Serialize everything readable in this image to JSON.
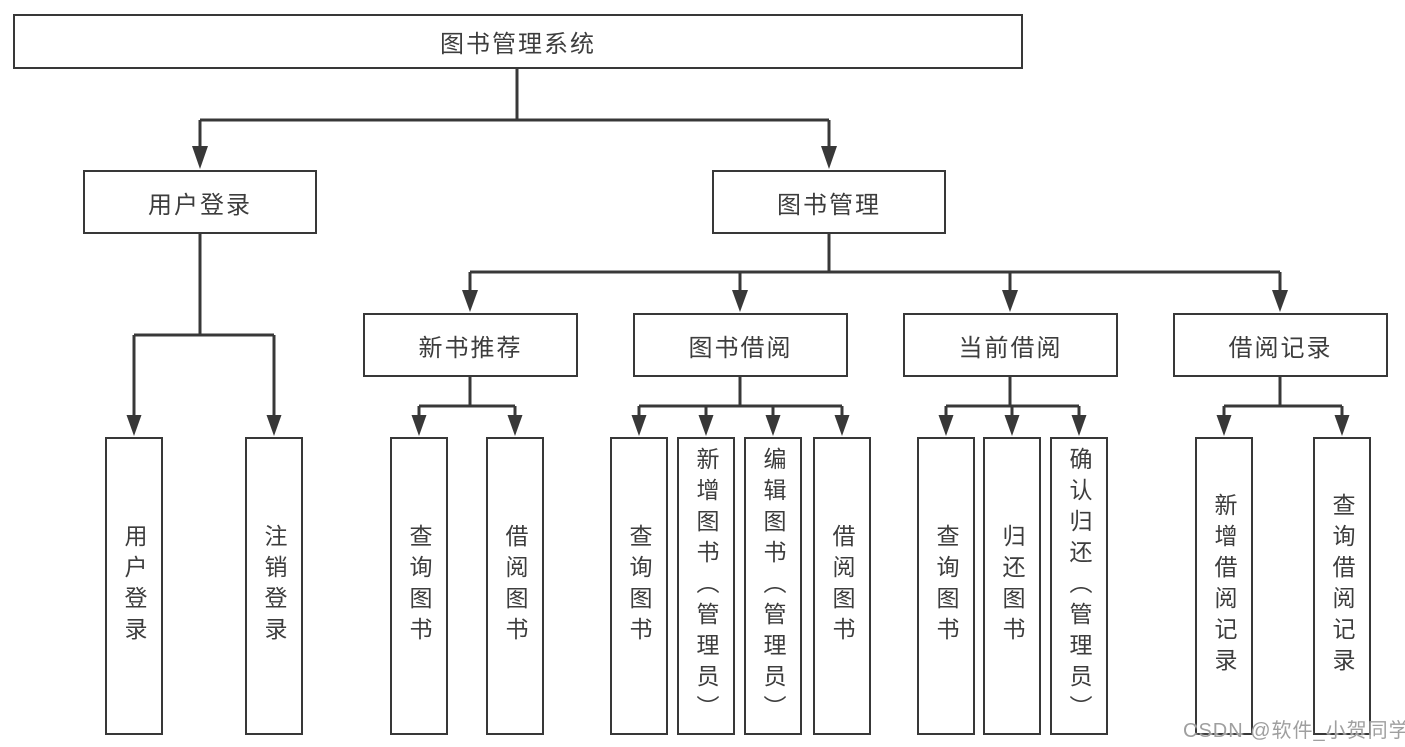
{
  "diagram": {
    "root": "图书管理系统",
    "level2": {
      "user_login": "用户登录",
      "book_management": "图书管理"
    },
    "level3": {
      "new_book": "新书推荐",
      "borrowing": "图书借阅",
      "current": "当前借阅",
      "records": "借阅记录"
    },
    "leaves": {
      "user_login": "用户登录",
      "logout": "注销登录",
      "nb_query": "查询图书",
      "nb_borrow": "借阅图书",
      "bb_query": "查询图书",
      "bb_add": "新增图书（管理员）",
      "bb_edit": "编辑图书（管理员）",
      "bb_borrow": "借阅图书",
      "cb_query": "查询图书",
      "cb_return": "归还图书",
      "cb_confirm": "确认归还（管理员）",
      "br_add": "新增借阅记录",
      "br_query": "查询借阅记录"
    }
  },
  "watermark": "CSDN @软件_小贺同学",
  "colors": {
    "line": "#383838",
    "text": "#3d3d3d",
    "background": "#ffffff",
    "watermark": "#9f9f9f"
  }
}
